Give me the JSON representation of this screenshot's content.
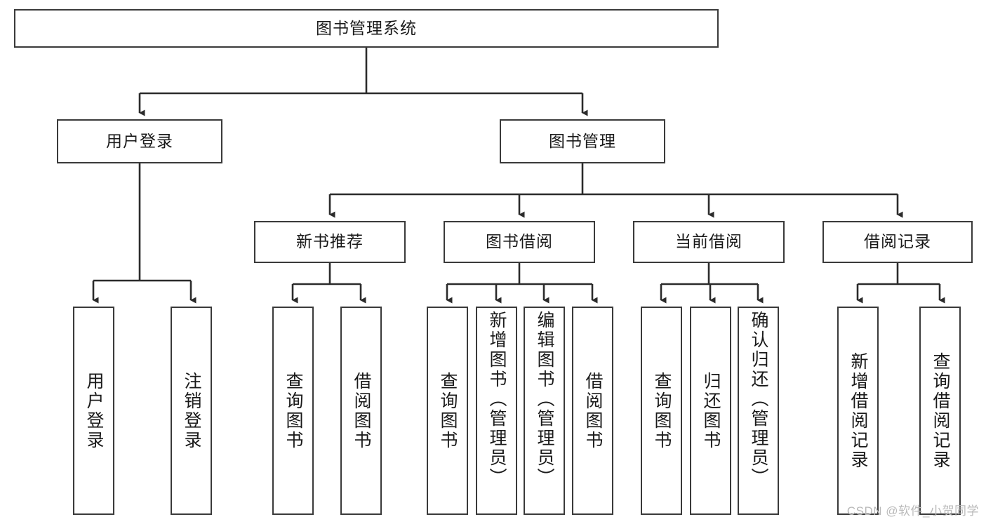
{
  "diagram": {
    "title_node": "图书管理系统",
    "type": "hierarchy-tree",
    "watermark": "CSDN @软件_小贺同学",
    "colors": {
      "box_border": "#3a3a3a",
      "box_fill": "#ffffff",
      "connector": "#2b2b2b",
      "text": "#1a1a1a",
      "watermark": "#b9b9b9",
      "background": "#ffffff"
    },
    "root": {
      "label": "图书管理系统"
    },
    "level2": [
      {
        "label": "用户登录"
      },
      {
        "label": "图书管理"
      }
    ],
    "level3": [
      {
        "label": "新书推荐"
      },
      {
        "label": "图书借阅"
      },
      {
        "label": "当前借阅"
      },
      {
        "label": "借阅记录"
      }
    ],
    "leaves": {
      "user_login": [
        {
          "label": "用户登录"
        },
        {
          "label": "注销登录"
        }
      ],
      "new_book_recommend": [
        {
          "label": "查询图书"
        },
        {
          "label": "借阅图书"
        }
      ],
      "book_borrow": [
        {
          "label": "查询图书"
        },
        {
          "label": "新增图书（管理员）"
        },
        {
          "label": "编辑图书（管理员）"
        },
        {
          "label": "借阅图书"
        }
      ],
      "current_borrow": [
        {
          "label": "查询图书"
        },
        {
          "label": "归还图书"
        },
        {
          "label": "确认归还（管理员）"
        }
      ],
      "borrow_record": [
        {
          "label": "新增借阅记录"
        },
        {
          "label": "查询借阅记录"
        }
      ]
    }
  }
}
